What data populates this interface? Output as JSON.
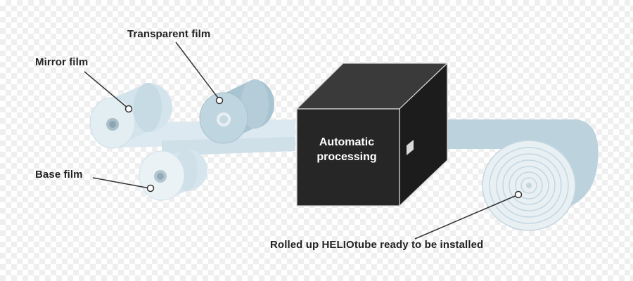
{
  "labels": {
    "mirror_film": "Mirror film",
    "transparent_film": "Transparent film",
    "base_film": "Base film",
    "rolled_up": "Rolled up HELIOtube ready to be installed"
  },
  "box": {
    "line1": "Automatic",
    "line2": "processing"
  },
  "colors": {
    "film_light": "#dce9f0",
    "film_mid": "#bcd3de",
    "transparent_roll": "#b8d0dc",
    "box_front": "#262626",
    "box_top": "#3a3a3a",
    "box_side": "#1c1c1c",
    "leader_line": "#333333"
  }
}
